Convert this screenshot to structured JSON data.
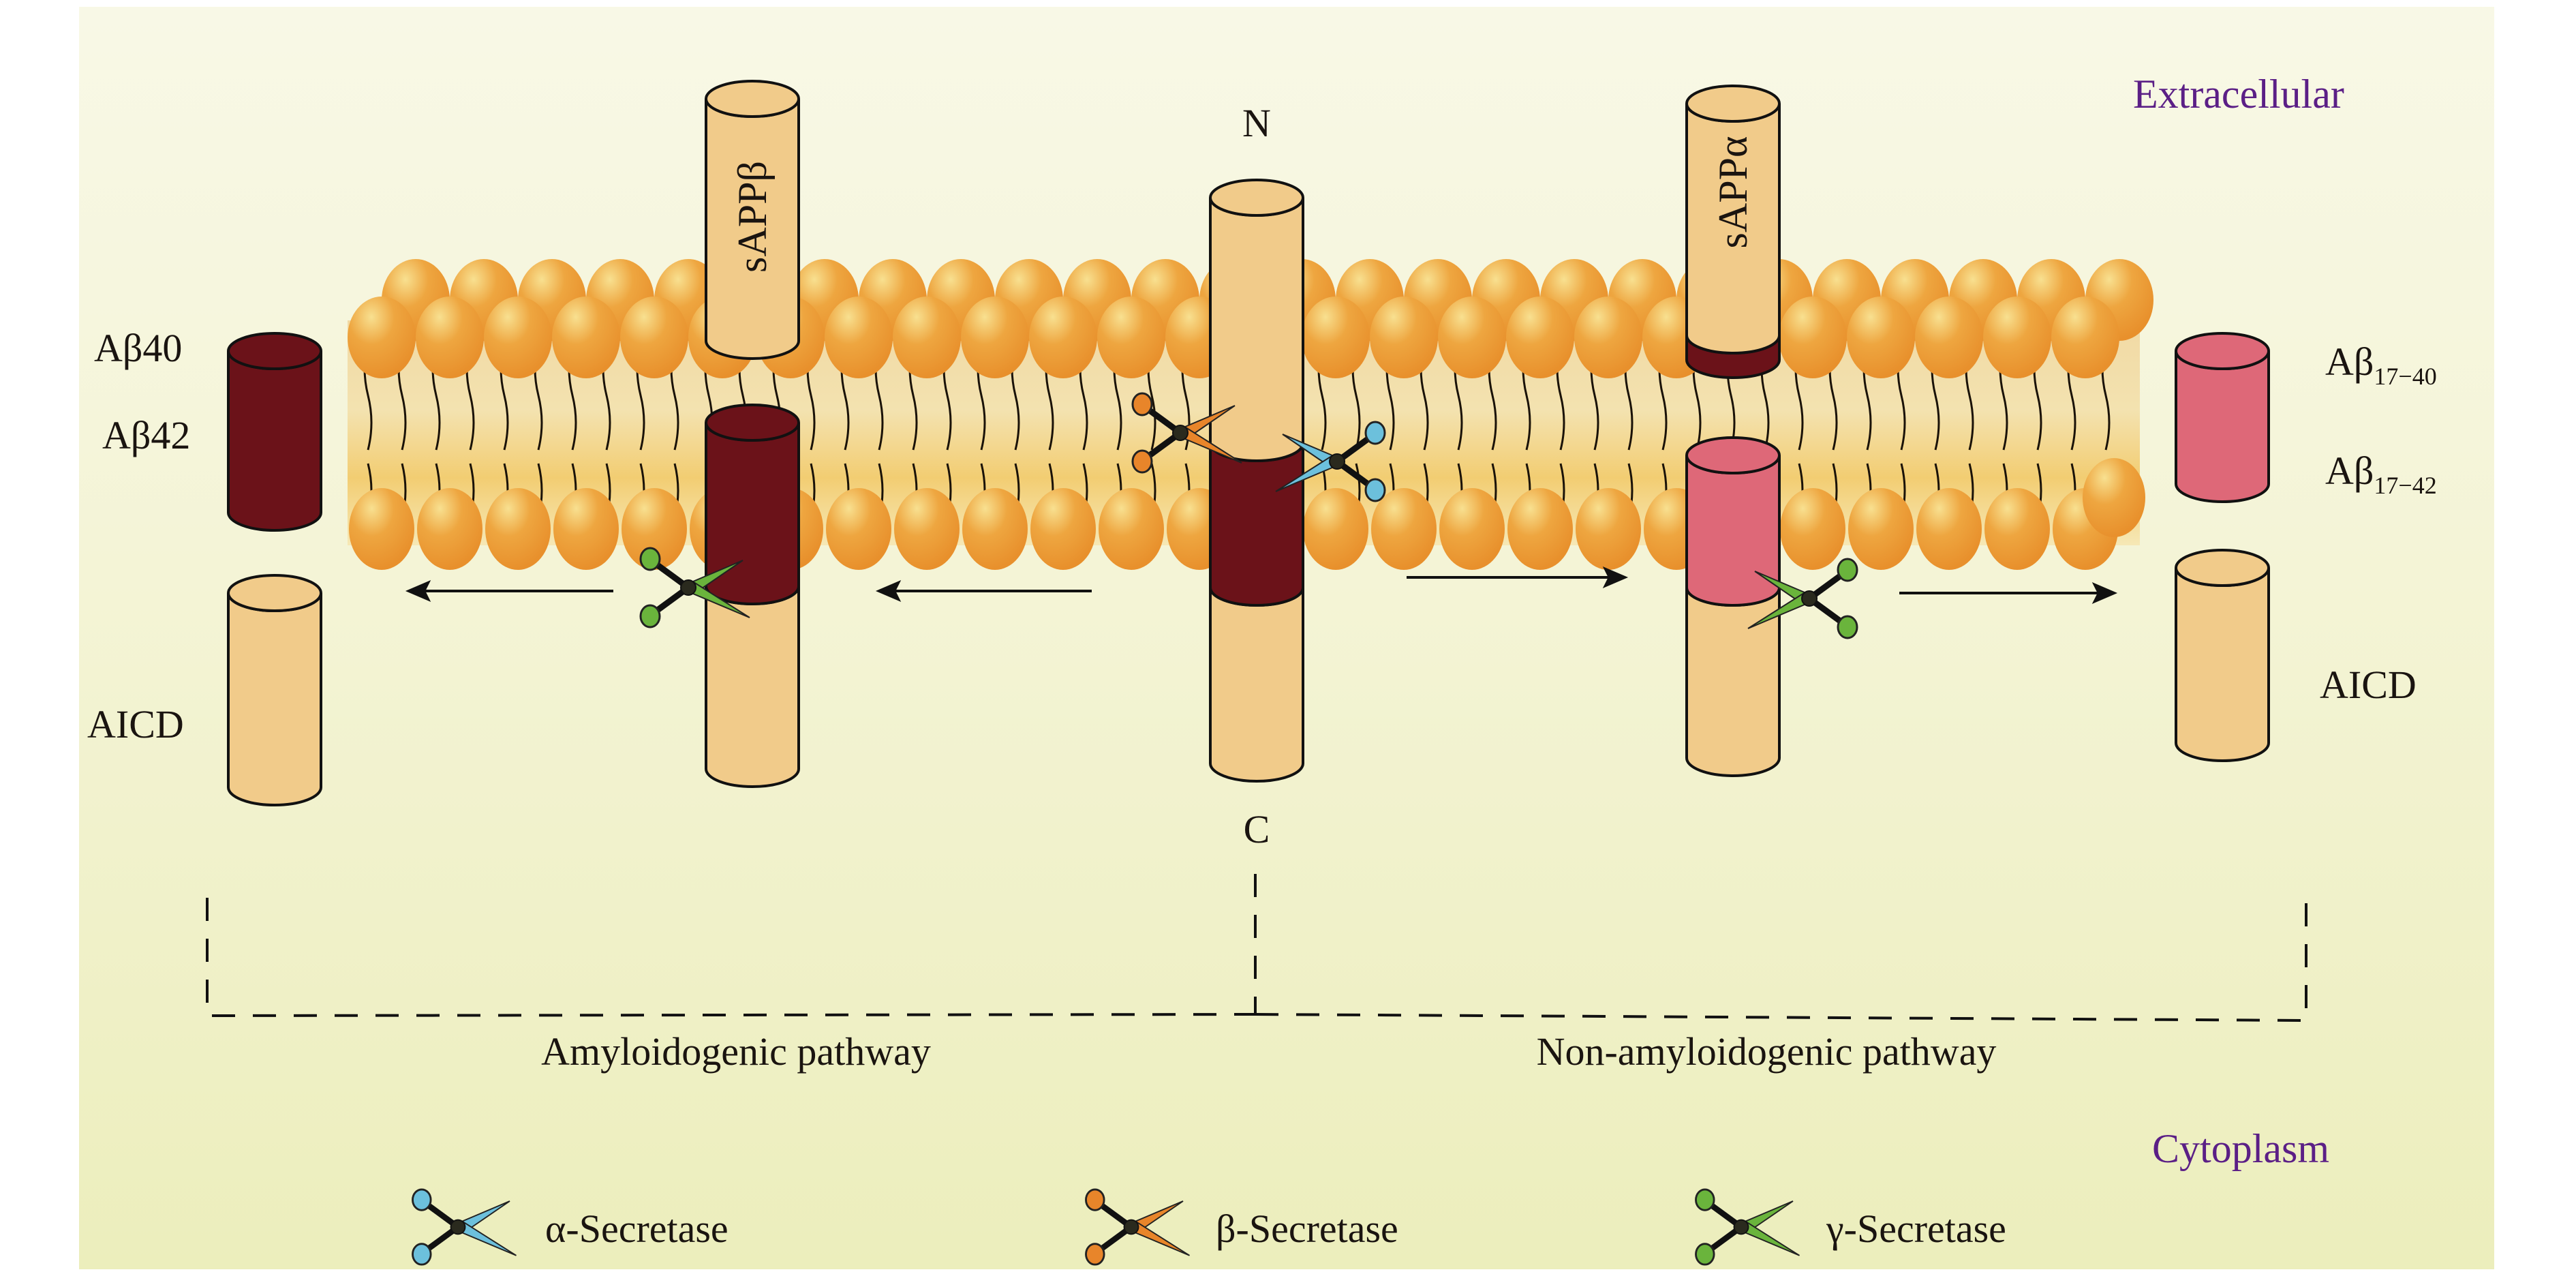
{
  "regions": {
    "extracellular": "Extracellular",
    "cytoplasm": "Cytoplasm"
  },
  "terminals": {
    "n": "N",
    "c": "C"
  },
  "fragments": {
    "sappb": "sAPPβ",
    "sappa": "sAPPα",
    "ab40": "Aβ40",
    "ab42": "Aβ42",
    "ab1740_main": "Aβ",
    "ab1740_sub": "17−40",
    "ab1742_main": "Aβ",
    "ab1742_sub": "17−42",
    "aicd_left": "AICD",
    "aicd_right": "AICD"
  },
  "pathways": {
    "amyloidogenic": "Amyloidogenic pathway",
    "non_amyloidogenic": "Non-amyloidogenic pathway"
  },
  "legend": [
    {
      "label": "α-Secretase",
      "icon": "alpha-secretase-scissors-icon",
      "color": "#6cc0dc"
    },
    {
      "label": "β-Secretase",
      "icon": "beta-secretase-scissors-icon",
      "color": "#e8852a"
    },
    {
      "label": "γ-Secretase",
      "icon": "gamma-secretase-scissors-icon",
      "color": "#6ab43c"
    }
  ],
  "colors": {
    "app_tan": "#f1cb8a",
    "abeta_dark": "#6b1219",
    "p3_pink": "#de6878",
    "lipid_head": "#ec9a35",
    "region_label": "#5b1f86"
  }
}
